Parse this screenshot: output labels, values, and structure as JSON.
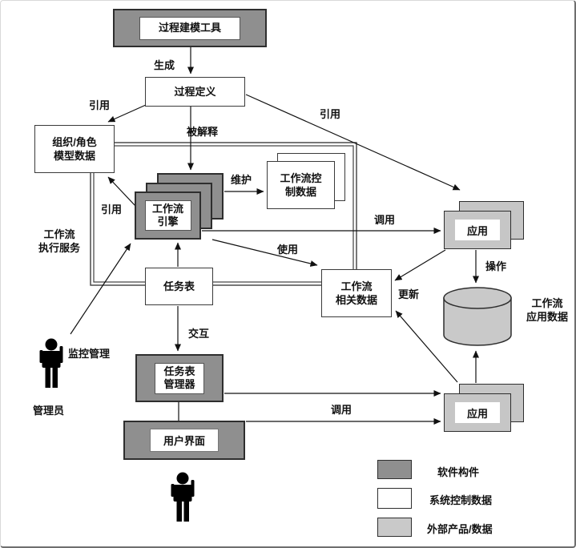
{
  "nodes": {
    "process_modeling_tool": "过程建模工具",
    "process_definition": "过程定义",
    "org_role_model_data": "组织/角色\n模型数据",
    "workflow_engine": "工作流\n引擎",
    "workflow_control_data": "工作流控\n制数据",
    "app_top": "应用",
    "worklist": "任务表",
    "workflow_relevant_data": "工作流\n相关数据",
    "worklist_manager": "任务表\n管理器",
    "user_interface": "用户界面",
    "app_bottom": "应用"
  },
  "edge_labels": {
    "generate": "生成",
    "reference_top_left": "引用",
    "interpreted": "被解释",
    "reference_top_right": "引用",
    "maintain": "维护",
    "reference_engine": "引用",
    "invoke_top": "调用",
    "use": "使用",
    "operate": "操作",
    "update": "更新",
    "monitor_manage": "监控管理",
    "interact": "交互",
    "invoke_bottom": "调用"
  },
  "labels": {
    "enactment_service": "工作流\n执行服务",
    "workflow_app_data": "工作流\n应用数据",
    "administrator": "管理员"
  },
  "legend": {
    "items": [
      {
        "label": "软件构件",
        "color": "#8f8f8f"
      },
      {
        "label": "系统控制数据",
        "color": "#ffffff"
      },
      {
        "label": "外部产品/数据",
        "color": "#c9c9c9"
      }
    ]
  },
  "colors": {
    "software_component": "#8f8f8f",
    "system_control_data": "#ffffff",
    "external_product_data": "#c9c9c9",
    "line": "#111111",
    "border": "#2e2e2e"
  }
}
